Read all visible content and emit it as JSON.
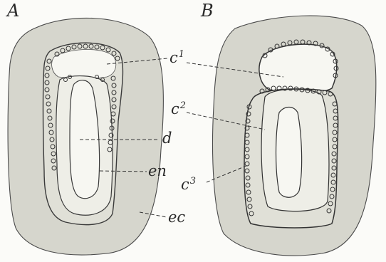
{
  "panels": [
    {
      "letter": "A"
    },
    {
      "letter": "B"
    }
  ],
  "labels": {
    "c1": {
      "base": "c",
      "sup": "1"
    },
    "c2": {
      "base": "c",
      "sup": "2"
    },
    "c3": {
      "base": "c",
      "sup": "3"
    },
    "d": "d",
    "en": "en",
    "ec": "ec"
  },
  "colors": {
    "outer_tissue": "#d6d6cd",
    "cavity": "#f7f7f2",
    "cell_layer": "#e0e0d7",
    "ink": "#2a2a2a"
  }
}
